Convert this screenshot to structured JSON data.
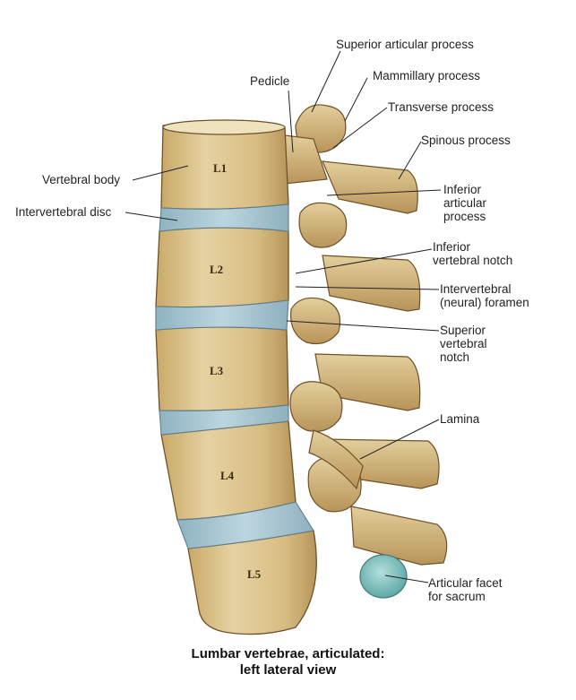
{
  "caption": {
    "line1": "Lumbar vertebrae, articulated:",
    "line2": "left lateral view"
  },
  "vertebra_labels": {
    "l1": "L1",
    "l2": "L2",
    "l3": "L3",
    "l4": "L4",
    "l5": "L5"
  },
  "labels": {
    "superior_articular_process": "Superior articular process",
    "pedicle": "Pedicle",
    "mammillary_process": "Mammillary process",
    "transverse_process": "Transverse process",
    "spinous_process": "Spinous process",
    "vertebral_body": "Vertebral body",
    "inferior_articular_process": [
      "Inferior",
      "articular",
      "process"
    ],
    "intervertebral_disc": "Intervertebral disc",
    "inferior_vertebral_notch": [
      "Inferior",
      "vertebral notch"
    ],
    "intervertebral_foramen": [
      "Intervertebral",
      "(neural) foramen"
    ],
    "superior_vertebral_notch": [
      "Superior",
      "vertebral",
      "notch"
    ],
    "lamina": "Lamina",
    "articular_facet_for_sacrum": [
      "Articular facet",
      "for sacrum"
    ]
  },
  "colors": {
    "bone": "#d9c08a",
    "bone_dark": "#8a6a35",
    "disc": "#a9c6d2",
    "facet": "#8ec7c4",
    "leader": "#222222"
  }
}
